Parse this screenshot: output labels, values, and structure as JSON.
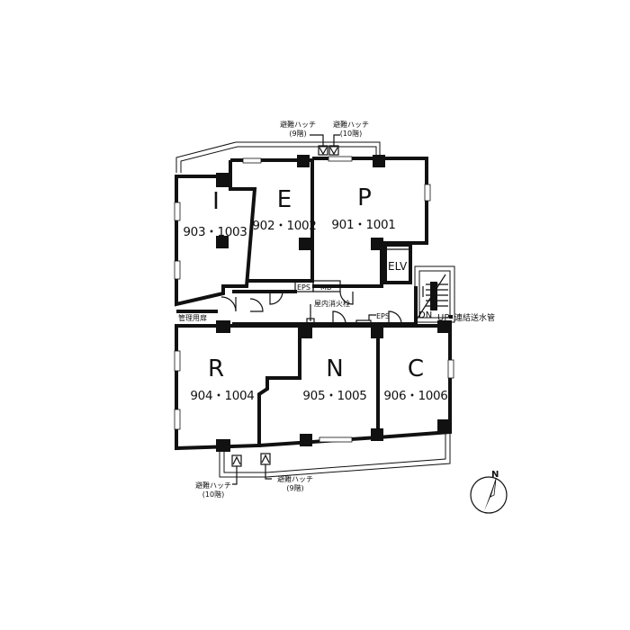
{
  "units": {
    "I": {
      "letter": "I",
      "number": "903・1003"
    },
    "E": {
      "letter": "E",
      "number": "902・1002"
    },
    "P": {
      "letter": "P",
      "number": "901・1001"
    },
    "R": {
      "letter": "R",
      "number": "904・1004"
    },
    "N": {
      "letter": "N",
      "number": "905・1005"
    },
    "C": {
      "letter": "C",
      "number": "906・1006"
    }
  },
  "labels": {
    "elv": "ELV",
    "eps_top": "EPS",
    "mb": "MB",
    "eps_right": "EPS",
    "hydrant": "屋内消火栓",
    "kanri": "管理用扉",
    "dn": "DN",
    "up": "UP",
    "standpipe": "連結送水管"
  },
  "hatches": {
    "top_9": {
      "name": "避難ハッチ",
      "floor": "(9階)"
    },
    "top_10": {
      "name": "避難ハッチ",
      "floor": "(10階)"
    },
    "bottom_10": {
      "name": "避難ハッチ",
      "floor": "(10階)"
    },
    "bottom_9": {
      "name": "避難ハッチ",
      "floor": "(9階)"
    }
  },
  "compass": {
    "label": "N"
  }
}
